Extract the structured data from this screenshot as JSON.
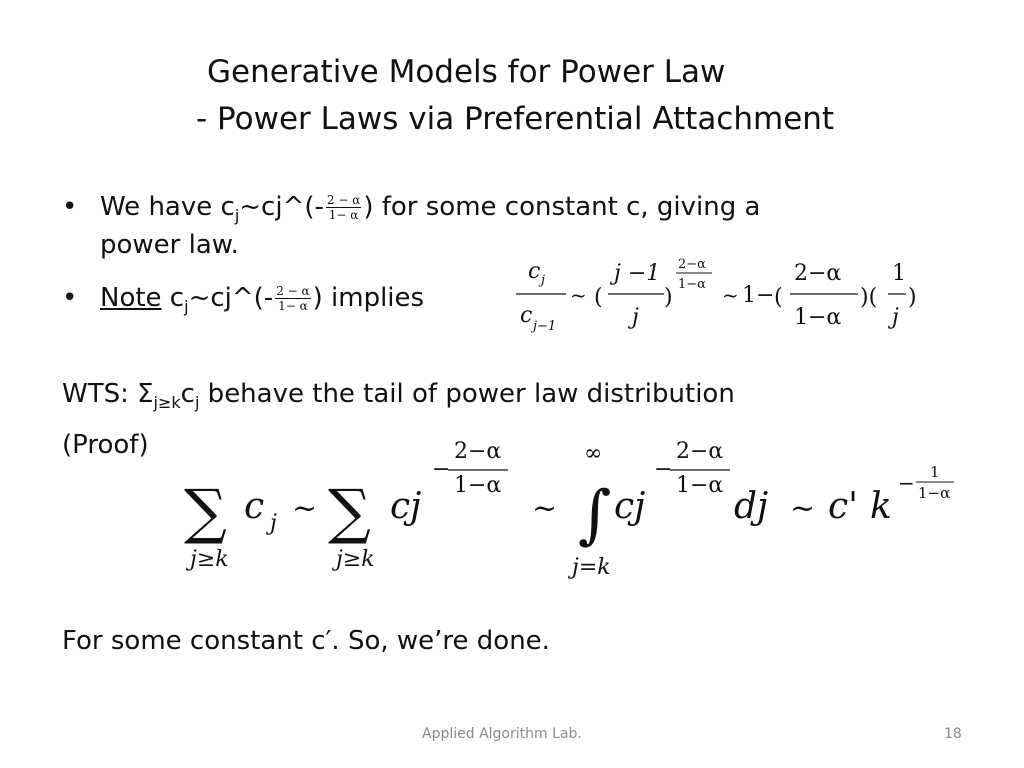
{
  "title": {
    "line1": "Generative Models for Power Law",
    "line2": "- Power Laws via Preferential Attachment"
  },
  "bullet1": {
    "bullet": "•",
    "text_pre": "We have c",
    "sub": "j",
    "text_mid": "~cj^(-",
    "frac_num": "2 − α",
    "frac_den": "1− α",
    "text_post": ") for some constant c, giving a",
    "line2": "power law."
  },
  "bullet2": {
    "bullet": "•",
    "note": "Note",
    "text_pre": " c",
    "sub": "j",
    "text_mid": "~cj^(-",
    "frac_num": "2 − α",
    "frac_den": "1− α",
    "text_post": ") implies"
  },
  "wts": {
    "text_pre": "WTS: Σ",
    "sub": "j≥k",
    "text_mid": "c",
    "sub2": "j",
    "text_post": " behave the tail of power law distribution"
  },
  "proof_label": "(Proof)",
  "eq1": {
    "c": "c",
    "j": "j",
    "cj1": "c",
    "j1": "j−1",
    "sim1": "~",
    "lp": "(",
    "jm1": "j −1",
    "jden": "j",
    "rp": ")",
    "exp_num": "2−α",
    "exp_den": "1−α",
    "sim2": "~",
    "one": "1−",
    "lp2": "(",
    "n2": "2−α",
    "d2": "1−α",
    "rp2": ")(",
    "n3": "1",
    "d3": "j",
    "rp3": ")"
  },
  "eq2": {
    "sum": "∑",
    "c": "c",
    "j": "j",
    "idx1": "j≥k",
    "sim1": "~",
    "cj": "cj",
    "idx2": "j≥k",
    "minus": "−",
    "e_num": "2−α",
    "e_den": "1−α",
    "sim2": "~",
    "inf": "∞",
    "int": "∫",
    "idx3": "j=k",
    "dj": "dj",
    "sim3": "~",
    "cprime": "c'",
    "k": "k",
    "e3_num": "1",
    "e3_den": "1−α"
  },
  "conclusion": "For some constant c′. So, we’re done.",
  "footer": {
    "lab": "Applied Algorithm Lab.",
    "page": "18"
  }
}
